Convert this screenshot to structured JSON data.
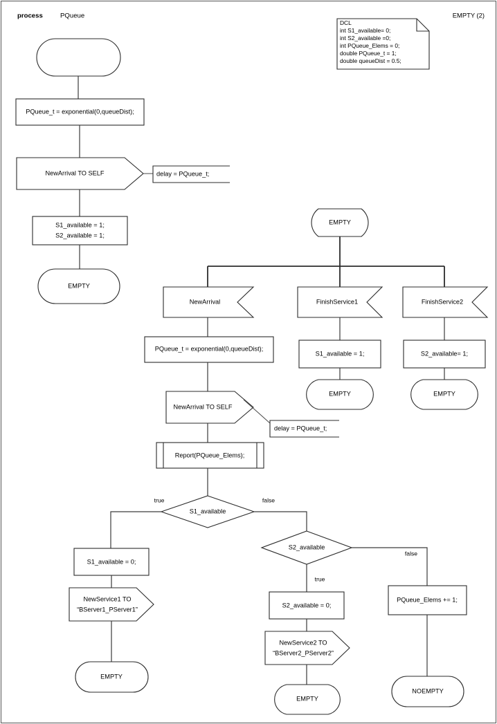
{
  "page": {
    "kind": "SDL process diagram",
    "header_keyword": "process",
    "header_name": "PQueue",
    "page_label": "EMPTY (2)"
  },
  "declaration_note": {
    "name": "dcl-note",
    "lines": [
      "DCL",
      "int S1_available= 0;",
      "int S2_available =0;",
      "int PQueue_Elems = 0;",
      "double PQueue_t = 1;",
      "double queueDist = 0.5;"
    ]
  },
  "start_branch": {
    "start_state_label": "",
    "task_1": "PQueue_t = exponential(0,queueDist);",
    "output_1": "NewArrival TO SELF",
    "comment_1": "delay = PQueue_t;",
    "task_2_lines": [
      "S1_available = 1;",
      "S2_available = 1;"
    ],
    "nextstate_1": "EMPTY"
  },
  "state_branch": {
    "state_label": "EMPTY",
    "inputs": [
      {
        "label": "NewArrival"
      },
      {
        "label": "FinishService1"
      },
      {
        "label": "FinishService2"
      }
    ],
    "finish_service_1": {
      "task": "S1_available = 1;",
      "nextstate": "EMPTY"
    },
    "finish_service_2": {
      "task": "S2_available= 1;",
      "nextstate": "EMPTY"
    },
    "new_arrival": {
      "task": "PQueue_t = exponential(0,queueDist);",
      "output": "NewArrival TO SELF",
      "comment": "delay = PQueue_t;",
      "procedure_call": "Report(PQueue_Elems);"
    }
  },
  "decisions": {
    "s1": {
      "question": "S1_available",
      "true_label": "true",
      "false_label": "false"
    },
    "s2": {
      "question": "S2_available",
      "true_label": "true",
      "false_label": "false"
    }
  },
  "s1_true_branch": {
    "task": "S1_available = 0;",
    "output_lines": [
      "NewService1 TO",
      "“BServer1_PServer1”"
    ],
    "nextstate": "EMPTY"
  },
  "s2_true_branch": {
    "task": "S2_available = 0;",
    "output_lines": [
      "NewService2 TO",
      "“BServer2_PServer2”"
    ],
    "nextstate": "EMPTY"
  },
  "s2_false_branch": {
    "task": "PQueue_Elems += 1;",
    "nextstate": "NOEMPTY"
  },
  "colors": {
    "background": "#ffffff",
    "shape_stroke": "#2b2b2b",
    "connector": "#3a3a3a",
    "frame": "#555555",
    "text": "#000000"
  }
}
